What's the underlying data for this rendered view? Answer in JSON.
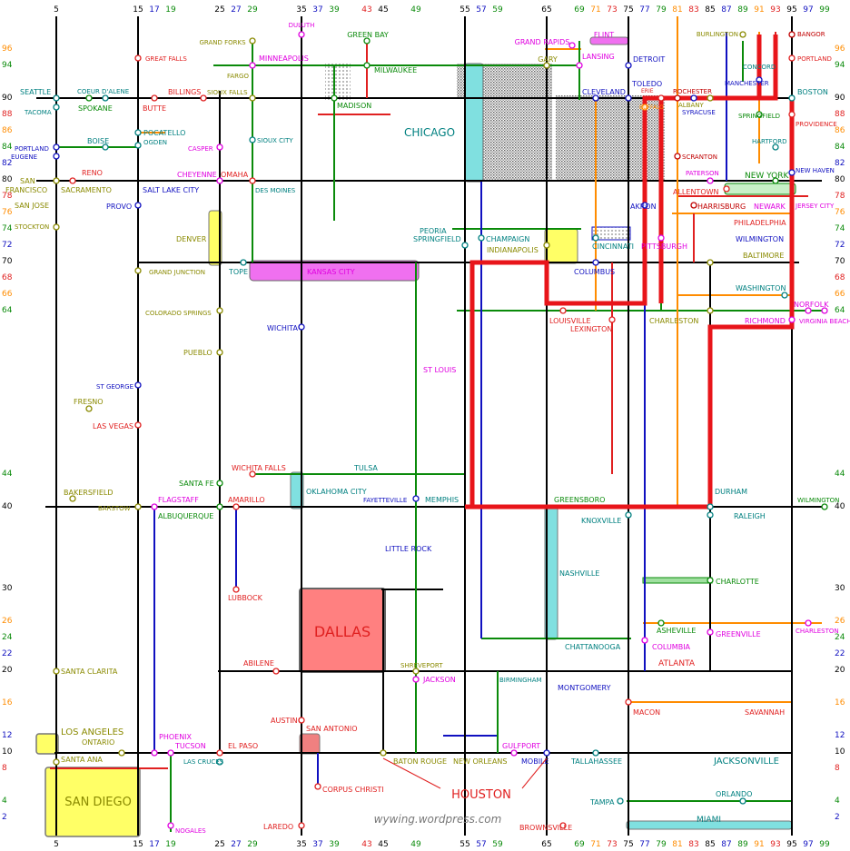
{
  "credit": "wywing.wordpress.com",
  "colors": {
    "black": "#000000",
    "red": "#e02020",
    "darkred": "#c00000",
    "green": "#0a8a0a",
    "olive": "#8a8a00",
    "orange": "#ff8c00",
    "blue": "#1010c0",
    "teal": "#008080",
    "magenta": "#e000e0",
    "yellow": "#ffff66",
    "pink": "#f070f0",
    "salmon": "#ff8080",
    "cyan": "#80e0e0",
    "highlight": "#e8151a",
    "gray": "#777777"
  },
  "route_numbers": {
    "top": [
      "5",
      "15",
      "17",
      "19",
      "25",
      "27",
      "29",
      "35",
      "37",
      "39",
      "43",
      "45",
      "49",
      "55",
      "57",
      "59",
      "65",
      "69",
      "71",
      "73",
      "75",
      "77",
      "79",
      "81",
      "83",
      "85",
      "87",
      "89",
      "91",
      "93",
      "95",
      "97",
      "99"
    ],
    "bottom": [
      "5",
      "15",
      "17",
      "19",
      "25",
      "27",
      "29",
      "35",
      "37",
      "39",
      "43",
      "45",
      "49",
      "55",
      "57",
      "59",
      "65",
      "69",
      "71",
      "73",
      "75",
      "77",
      "79",
      "81",
      "83",
      "85",
      "87",
      "89",
      "91",
      "93",
      "95",
      "97",
      "99"
    ],
    "left": [
      "96",
      "94",
      "90",
      "88",
      "86",
      "84",
      "82",
      "80",
      "78",
      "76",
      "74",
      "72",
      "70",
      "68",
      "66",
      "64",
      "44",
      "40",
      "30",
      "26",
      "24",
      "22",
      "20",
      "16",
      "12",
      "10",
      "8",
      "4",
      "2"
    ],
    "right": [
      "96",
      "94",
      "90",
      "88",
      "86",
      "84",
      "82",
      "80",
      "78",
      "76",
      "74",
      "72",
      "70",
      "68",
      "66",
      "64",
      "44",
      "40",
      "30",
      "26",
      "24",
      "22",
      "20",
      "16",
      "12",
      "10",
      "8",
      "4",
      "2"
    ]
  },
  "cities": {
    "duluth": "DULUTH",
    "grand_forks": "GRAND FORKS",
    "green_bay": "GREEN BAY",
    "grand_rapids": "GRAND RAPIDS",
    "flint": "FLINT",
    "burlington": "BURLINGTON",
    "bangor": "BANGOR",
    "great_falls": "GREAT FALLS",
    "minneapolis": "MINNEAPOLIS",
    "milwaukee": "MILWAUKEE",
    "gary": "GARY",
    "lansing": "LANSING",
    "detroit": "DETROIT",
    "concord": "CONCORD",
    "portland_me": "PORTLAND",
    "fargo": "FARGO",
    "manchester": "MANCHESTER",
    "seattle": "SEATTLE",
    "coeur": "COEUR D'ALENE",
    "billings": "BILLINGS",
    "sioux_falls": "SIOUX FALLS",
    "cleveland": "CLEVELAND",
    "toledo": "TOLEDO",
    "erie": "ERIE",
    "rochester": "ROCHESTER",
    "boston": "BOSTON",
    "tacoma": "TACOMA",
    "spokane": "SPOKANE",
    "butte": "BUTTE",
    "madison": "MADISON",
    "buffalo": "BUFFALO",
    "albany": "ALBANY",
    "syracuse": "SYRACUSE",
    "springfield_ma": "SPRINGFIELD",
    "providence": "PROVIDENCE",
    "chicago": "CHICAGO",
    "pocatello": "POCATELLO",
    "ogden": "OGDEN",
    "boise": "BOISE",
    "hartford": "HARTFORD",
    "portland_or": "PORTLAND",
    "eugene": "EUGENE",
    "casper": "CASPER",
    "sioux_city": "SIOUX CITY",
    "scranton": "SCRANTON",
    "new_haven": "NEW HAVEN",
    "san": "SAN",
    "francisco": "FRANCISCO",
    "reno": "RENO",
    "cheyenne": "CHEYENNE",
    "omaha": "OMAHA",
    "paterson": "PATERSON",
    "new_york": "NEW YORK",
    "sacramento": "SACRAMENTO",
    "salt_lake": "SALT LAKE CITY",
    "des_moines": "DES MOINES",
    "allentown": "ALLENTOWN",
    "san_jose": "SAN JOSE",
    "provo": "PROVO",
    "akron": "AKRON",
    "harrisburg": "HARRISBURG",
    "newark": "NEWARK",
    "jersey_city": "JERSEY CITY",
    "stockton": "STOCKTON",
    "peoria": "PEORIA",
    "springfield_il": "SPRINGFIELD",
    "champaign": "CHAMPAIGN",
    "philadelphia": "PHILADELPHIA",
    "denver": "DENVER",
    "indianapolis": "INDIANAPOLIS",
    "cincinnati": "CINCINNATI",
    "pittsburgh": "PITTSBURGH",
    "wilmington_de": "WILMINGTON",
    "baltimore": "BALTIMORE",
    "grand_junction": "GRAND JUNCTION",
    "topeka": "TOPE",
    "kansas_city": "KANSAS CITY",
    "columbus_oh": "COLUMBUS",
    "washington": "WASHINGTON",
    "norfolk": "NORFOLK",
    "colorado_springs": "COLORADO SPRINGS",
    "louisville": "LOUISVILLE",
    "charleston_wv": "CHARLESTON",
    "richmond": "RICHMOND",
    "virginia_beach": "VIRGINIA BEACH",
    "lexington": "LEXINGTON",
    "wichita": "WICHITA",
    "pueblo": "PUEBLO",
    "st_louis": "ST LOUIS",
    "st_george": "ST GEORGE",
    "fresno": "FRESNO",
    "las_vegas": "LAS VEGAS",
    "santa_fe": "SANTA FE",
    "wichita_falls": "WICHITA FALLS",
    "tulsa": "TULSA",
    "bakersfield": "BAKERSFIELD",
    "oklahoma_city": "OKLAHOMA CITY",
    "durham": "DURHAM",
    "flagstaff": "FLAGSTAFF",
    "amarillo": "AMARILLO",
    "fayetteville": "FAYETTEVILLE",
    "memphis": "MEMPHIS",
    "greensboro": "GREENSBORO",
    "wilmington_nc": "WILMINGTON",
    "barstow": "BARSTOW",
    "albuquerque": "ALBUQUERQUE",
    "knoxville": "KNOXVILLE",
    "raleigh": "RALEIGH",
    "little_rock": "LITTLE ROCK",
    "nashville": "NASHVILLE",
    "charlotte": "CHARLOTTE",
    "lubbock": "LUBBOCK",
    "dallas": "DALLAS",
    "asheville": "ASHEVILLE",
    "greenville": "GREENVILLE",
    "charleston_sc": "CHARLESTON",
    "chattanooga": "CHATTANOOGA",
    "columbia": "COLUMBIA",
    "abilene": "ABILENE",
    "shreveport": "SHREVEPORT",
    "atlanta": "ATLANTA",
    "santa_clarita": "SANTA CLARITA",
    "jackson": "JACKSON",
    "birmingham": "BIRMINGHAM",
    "montgomery": "MONTGOMERY",
    "macon": "MACON",
    "savannah": "SAVANNAH",
    "austin": "AUSTIN",
    "los_angeles": "LOS ANGELES",
    "ontario": "ONTARIO",
    "phoenix": "PHOENIX",
    "tucson": "TUCSON",
    "san_antonio": "SAN ANTONIO",
    "el_paso": "EL PASO",
    "gulfport": "GULFPORT",
    "santa_ana": "SANTA ANA",
    "las_cruces": "LAS CRUCES",
    "baton_rouge": "BATON ROUGE",
    "new_orleans": "NEW ORLEANS",
    "mobile": "MOBILE",
    "tallahassee": "TALLAHASSEE",
    "jacksonville": "JACKSONVILLE",
    "corpus_christi": "CORPUS CHRISTI",
    "houston": "HOUSTON",
    "san_diego": "SAN DIEGO",
    "tampa": "TAMPA",
    "orlando": "ORLANDO",
    "laredo": "LAREDO",
    "nogales": "NOGALES",
    "brownsville": "BROWNSVILLE",
    "miami": "MIAMI"
  }
}
